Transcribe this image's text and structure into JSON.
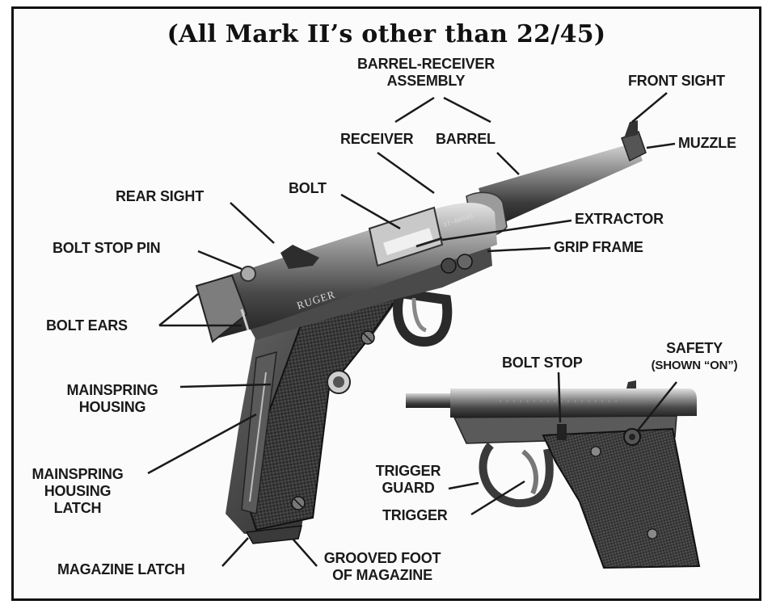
{
  "title": "(All Mark II’s other than 22/45)",
  "labels": {
    "barrel_receiver_assembly": [
      "BARREL-RECEIVER",
      "ASSEMBLY"
    ],
    "front_sight": "FRONT SIGHT",
    "receiver": "RECEIVER",
    "barrel": "BARREL",
    "muzzle": "MUZZLE",
    "bolt": "BOLT",
    "rear_sight": "REAR SIGHT",
    "extractor": "EXTRACTOR",
    "bolt_stop_pin": "BOLT STOP PIN",
    "grip_frame": "GRIP FRAME",
    "bolt_ears": "BOLT EARS",
    "bolt_stop": "BOLT STOP",
    "safety": "SAFETY",
    "safety_note": "(SHOWN “ON”)",
    "mainspring_housing": [
      "MAINSPRING",
      "HOUSING"
    ],
    "mainspring_housing_latch": [
      "MAINSPRING",
      "HOUSING",
      "LATCH"
    ],
    "trigger_guard": [
      "TRIGGER",
      "GUARD"
    ],
    "trigger": "TRIGGER",
    "magazine_latch": "MAGAZINE LATCH",
    "grooved_foot_of_magazine": [
      "GROOVED FOOT",
      "OF MAGAZINE"
    ]
  },
  "markings": {
    "slide_logo": "RUGER",
    "serial": "17-60595"
  }
}
